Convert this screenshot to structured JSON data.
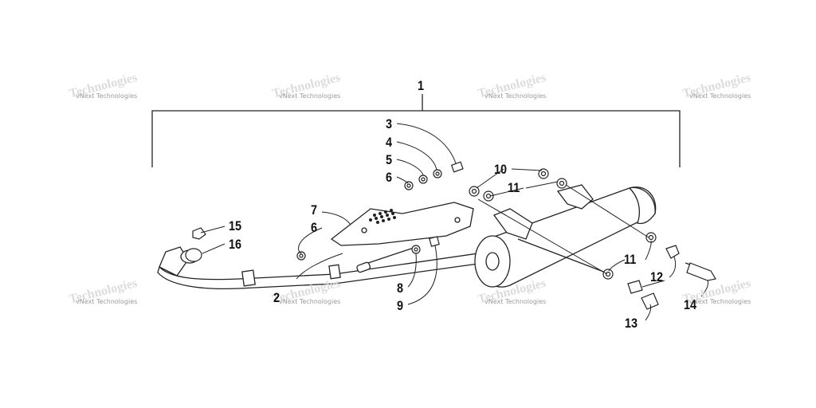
{
  "watermark": {
    "line1": "vNext Technologies",
    "line2": "Technologies"
  },
  "callouts": [
    {
      "id": "c1",
      "text": "1"
    },
    {
      "id": "c2",
      "text": "2"
    },
    {
      "id": "c3",
      "text": "3"
    },
    {
      "id": "c4",
      "text": "4"
    },
    {
      "id": "c5",
      "text": "5"
    },
    {
      "id": "c6a",
      "text": "6"
    },
    {
      "id": "c6b",
      "text": "6"
    },
    {
      "id": "c7",
      "text": "7"
    },
    {
      "id": "c8",
      "text": "8"
    },
    {
      "id": "c9",
      "text": "9"
    },
    {
      "id": "c10",
      "text": "10"
    },
    {
      "id": "c11a",
      "text": "11"
    },
    {
      "id": "c11b",
      "text": "11"
    },
    {
      "id": "c12",
      "text": "12"
    },
    {
      "id": "c13",
      "text": "13"
    },
    {
      "id": "c14",
      "text": "14"
    },
    {
      "id": "c15",
      "text": "15"
    },
    {
      "id": "c16",
      "text": "16"
    }
  ]
}
